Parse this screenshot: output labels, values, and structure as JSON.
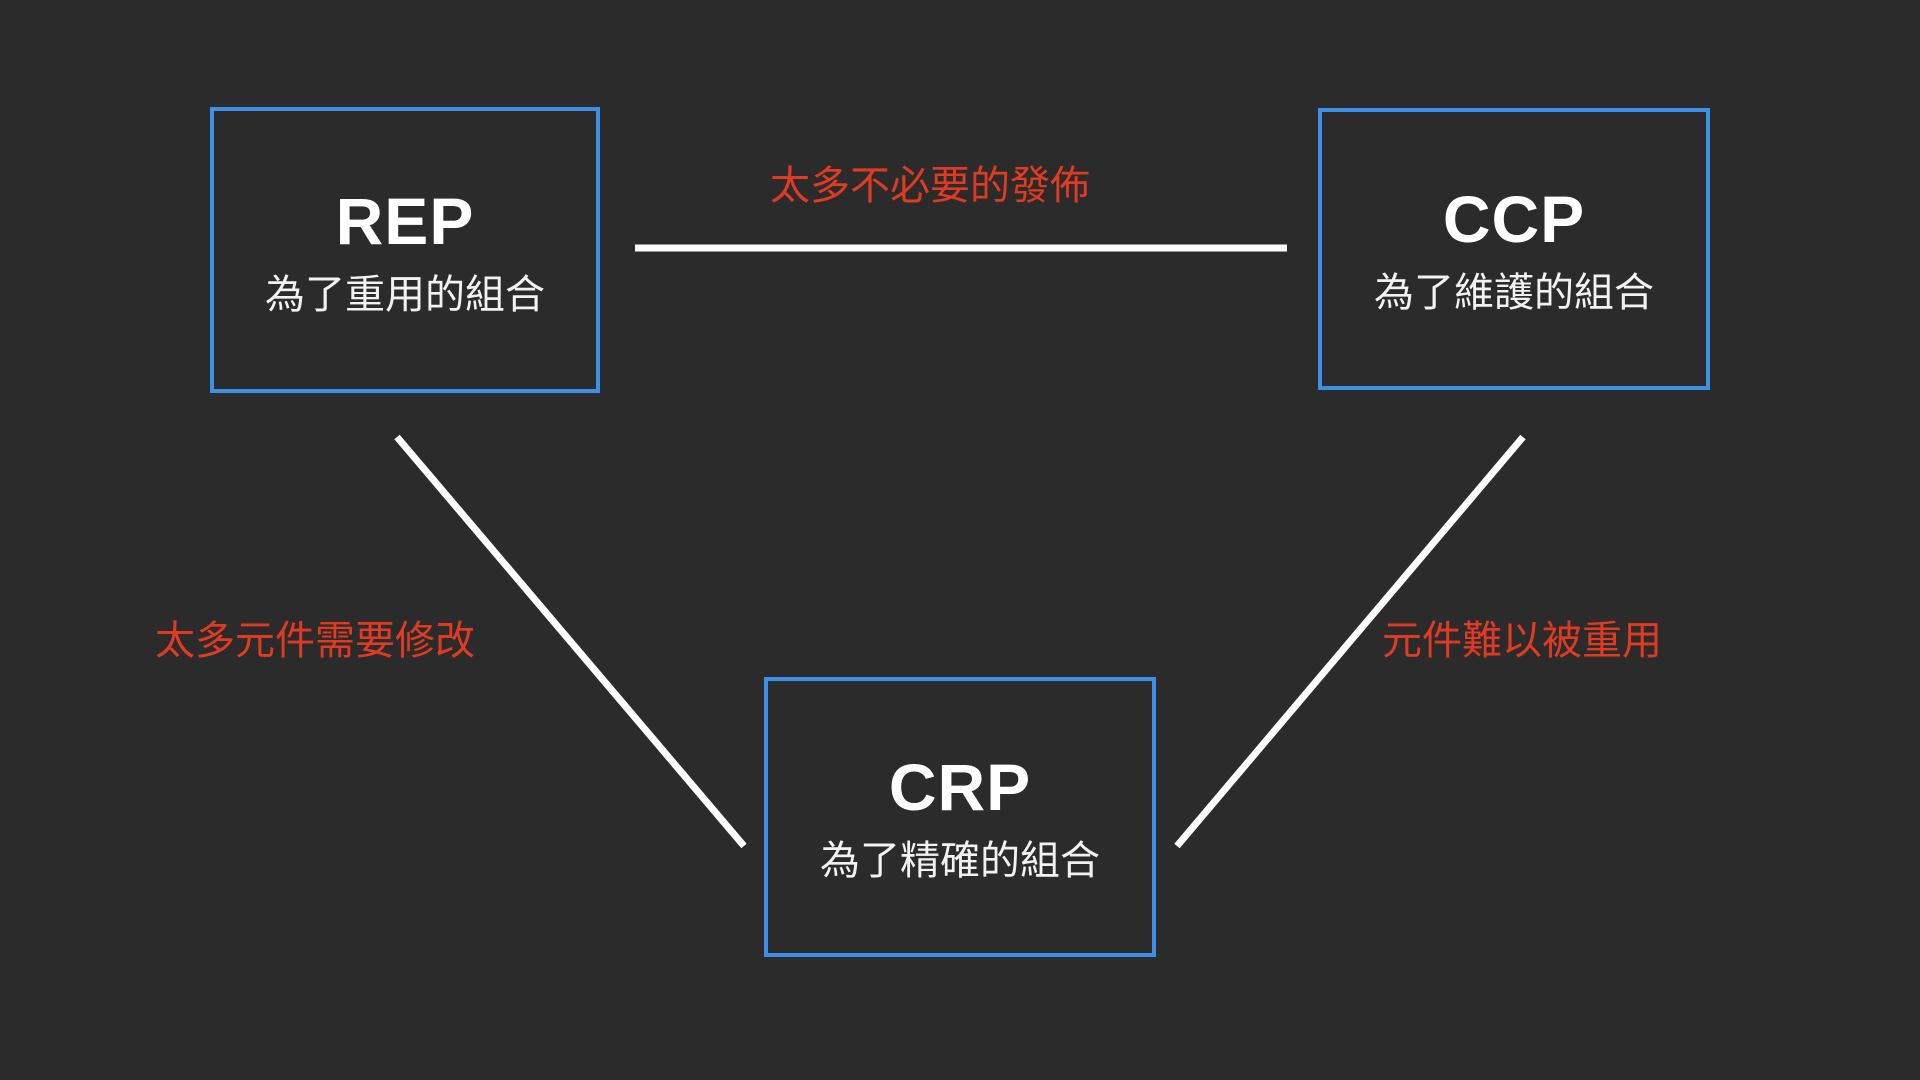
{
  "diagram": {
    "background_color": "#2b2b2b",
    "box_border_color": "#3d8fe8",
    "connector_color": "#ffffff",
    "label_color": "#e03b22",
    "nodes": [
      {
        "id": "rep",
        "acronym": "REP",
        "description": "為了重用的組合"
      },
      {
        "id": "ccp",
        "acronym": "CCP",
        "description": "為了維護的組合"
      },
      {
        "id": "crp",
        "acronym": "CRP",
        "description": "為了精確的組合"
      }
    ],
    "edges": [
      {
        "id": "rep-ccp",
        "from": "rep",
        "to": "ccp",
        "label": "太多不必要的發佈",
        "kind": "horizontal"
      },
      {
        "id": "rep-crp",
        "from": "rep",
        "to": "crp",
        "label": "太多元件需要修改",
        "kind": "diagonal"
      },
      {
        "id": "ccp-crp",
        "from": "ccp",
        "to": "crp",
        "label": "元件難以被重用",
        "kind": "diagonal"
      }
    ]
  }
}
